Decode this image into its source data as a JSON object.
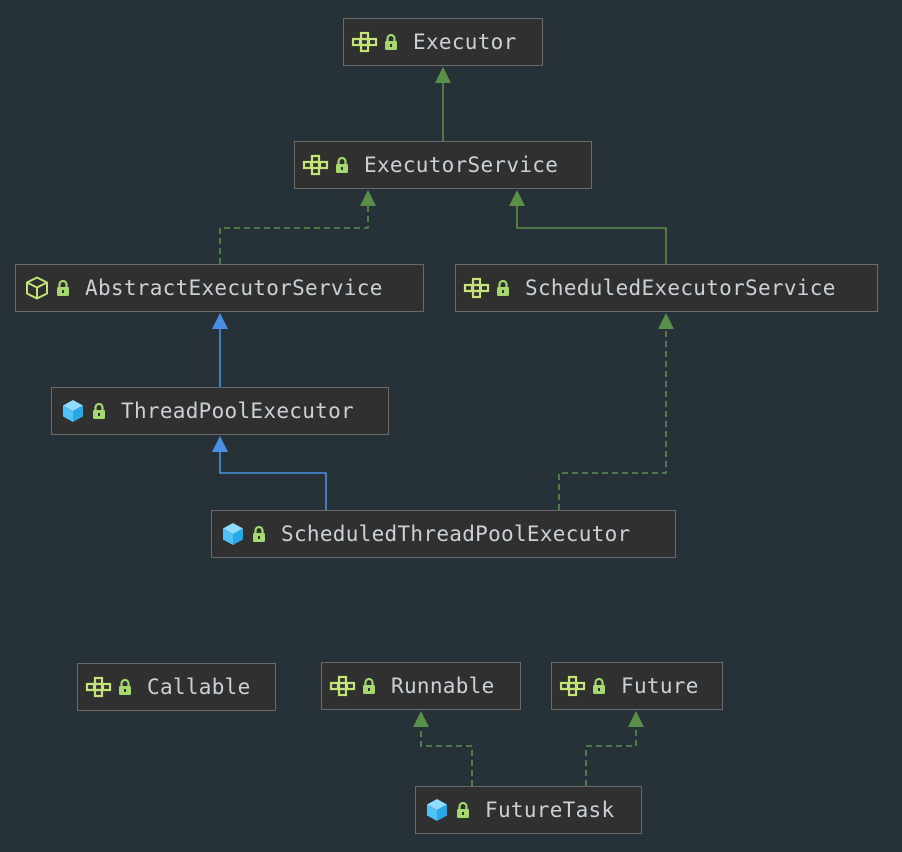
{
  "colors": {
    "background": "#263238",
    "node_fill": "#303030",
    "node_border": "#6a6a6a",
    "text": "#c9d1d6",
    "interface_icon": "#c5e478",
    "lock_icon": "#a5d86e",
    "class_icon": "#4fc3f7",
    "implements_edge": "#5a8f4a",
    "extends_interface_edge": "#5a8f4a",
    "extends_class_edge": "#4a90e2"
  },
  "nodes": {
    "executor": {
      "label": "Executor",
      "kind": "interface"
    },
    "executor_service": {
      "label": "ExecutorService",
      "kind": "interface"
    },
    "abstract_executor_service": {
      "label": "AbstractExecutorService",
      "kind": "abstract-class"
    },
    "scheduled_executor_service": {
      "label": "ScheduledExecutorService",
      "kind": "interface"
    },
    "thread_pool_executor": {
      "label": "ThreadPoolExecutor",
      "kind": "class"
    },
    "scheduled_thread_pool_executor": {
      "label": "ScheduledThreadPoolExecutor",
      "kind": "class"
    },
    "callable": {
      "label": "Callable",
      "kind": "interface"
    },
    "runnable": {
      "label": "Runnable",
      "kind": "interface"
    },
    "future": {
      "label": "Future",
      "kind": "interface"
    },
    "future_task": {
      "label": "FutureTask",
      "kind": "class"
    }
  },
  "edges": [
    {
      "from": "executor_service",
      "to": "executor",
      "type": "extends-interface"
    },
    {
      "from": "abstract_executor_service",
      "to": "executor_service",
      "type": "implements"
    },
    {
      "from": "scheduled_executor_service",
      "to": "executor_service",
      "type": "extends-interface"
    },
    {
      "from": "thread_pool_executor",
      "to": "abstract_executor_service",
      "type": "extends-class"
    },
    {
      "from": "scheduled_thread_pool_executor",
      "to": "thread_pool_executor",
      "type": "extends-class"
    },
    {
      "from": "scheduled_thread_pool_executor",
      "to": "scheduled_executor_service",
      "type": "implements"
    },
    {
      "from": "future_task",
      "to": "runnable",
      "type": "implements"
    },
    {
      "from": "future_task",
      "to": "future",
      "type": "implements"
    }
  ]
}
